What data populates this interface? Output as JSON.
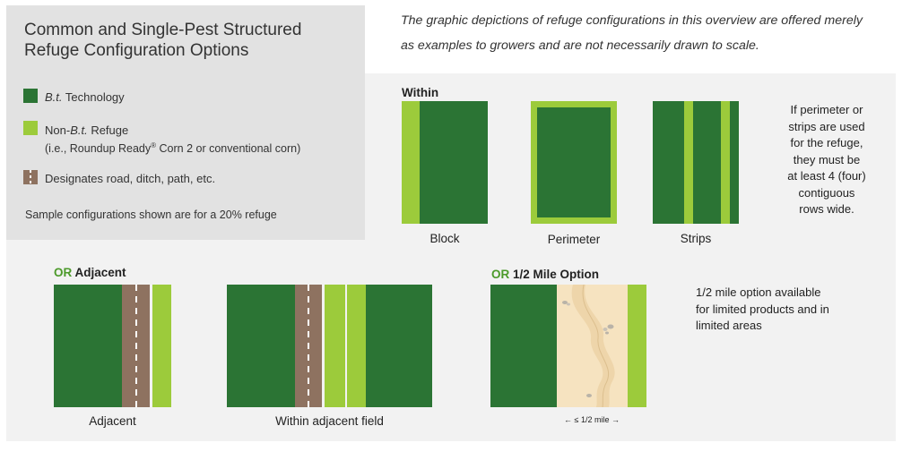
{
  "title": {
    "line1": "Common and Single-Pest Structured",
    "line2": "Refuge Configuration Options"
  },
  "disclaimer": {
    "line1": "The graphic depictions of refuge configurations in this overview are offered merely",
    "line2": "as examples to growers and are not necessarily drawn to scale."
  },
  "legend": {
    "bt": {
      "italic": "B.t.",
      "rest": " Technology",
      "color": "#2b7434"
    },
    "nonbt": {
      "prefix": "Non-",
      "italic": "B.t.",
      "rest": " Refuge",
      "sub_pre": "(i.e., Roundup Ready",
      "sup": "®",
      "sub_post": " Corn 2 or conventional corn)",
      "color": "#9ccb3b"
    },
    "road": {
      "label": "Designates road, ditch, path, etc.",
      "color": "#8e7260"
    },
    "note": "Sample configurations shown are for a 20% refuge"
  },
  "within": {
    "label": "Within",
    "block": "Block",
    "perimeter": "Perimeter",
    "strips": "Strips",
    "note_lines": [
      "If perimeter or",
      "strips are used",
      "for the refuge,",
      "they must be",
      "at least 4 (four)",
      "contiguous",
      "rows wide."
    ]
  },
  "adjacent": {
    "or": "OR",
    "label": " Adjacent",
    "caption1": "Adjacent",
    "caption2": "Within adjacent field"
  },
  "half_mile": {
    "or": "OR",
    "label": " 1/2 Mile Option",
    "distance": "≤ 1/2 mile",
    "note_lines": [
      "1/2 mile option available",
      "for limited products and in",
      "limited areas"
    ]
  }
}
